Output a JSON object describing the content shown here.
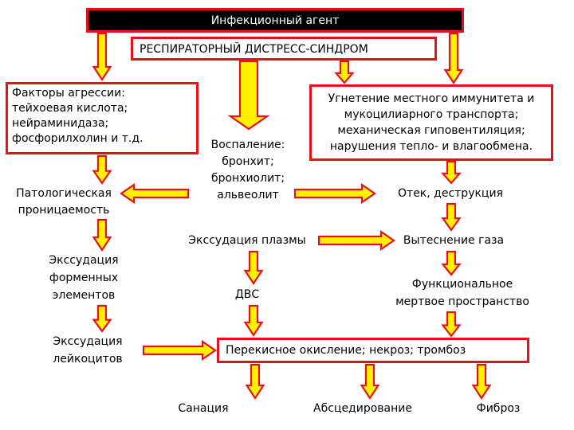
{
  "nodes": {
    "agent": "Инфекционный агент",
    "syndrome": "РЕСПИРАТОРНЫЙ ДИСТРЕСС-СИНДРОМ",
    "aggression_factors": [
      "Факторы агрессии:",
      "тейхоевая кислота;",
      "нейраминидаза;",
      "фосфорилхолин и т.д."
    ],
    "immunity_suppression": [
      "Угнетение местного иммунитета и",
      "мукоцилиарного транспорта;",
      "механическая гиповентиляция;",
      "нарушения тепло- и влагообмена."
    ],
    "inflammation": [
      "Воспаление:",
      "бронхит;",
      "бронхиолит;",
      "альвеолит"
    ],
    "pathological_permeability": [
      "Патологическая",
      "проницаемость"
    ],
    "edema_destruction": "Отек, деструкция",
    "plasma_exudation": "Экссудация плазмы",
    "gas_displacement": "Вытеснение газа",
    "formed_elements_exudation": [
      "Экссудация",
      "форменных",
      "элементов"
    ],
    "dvs": "ДВС",
    "dead_space": [
      "Функциональное",
      "мертвое пространство"
    ],
    "leukocyte_exudation": [
      "Экссудация",
      "лейкоцитов"
    ],
    "peroxidation": "Перекисное окисление; некроз; тромбоз",
    "sanation": "Санация",
    "abscess": "Абсцедирование",
    "fibrosis": "Фиброз"
  },
  "colors": {
    "arrow_fill": "#fff200",
    "arrow_stroke": "#e8101b",
    "box_border": "#e8101b",
    "agent_fill": "#000000",
    "agent_text": "#ffffff"
  }
}
